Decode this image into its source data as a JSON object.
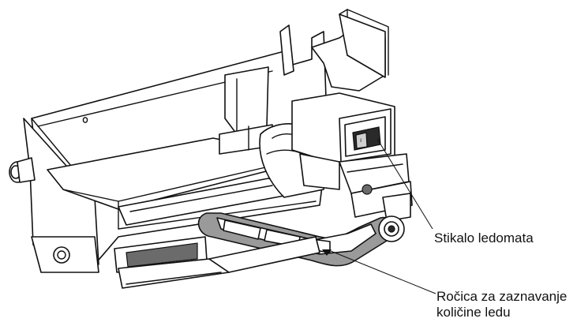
{
  "callouts": {
    "switch_label": "Stikalo ledomata",
    "arm_label_line1": "Ročica za zaznavanje",
    "arm_label_line2": "količine ledu"
  },
  "colors": {
    "line": "#111111",
    "shade": "#6b6b6b",
    "belt": "#9a9a9a",
    "background": "#ffffff"
  }
}
